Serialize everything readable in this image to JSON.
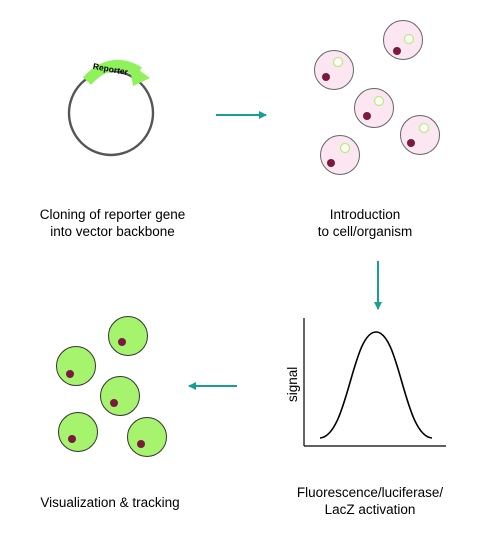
{
  "plasmid": {
    "insert_label": "Reporter",
    "insert_color": "#8ff25a"
  },
  "captions": {
    "step1": [
      "Cloning of reporter gene",
      "into vector backbone"
    ],
    "step2": [
      "Introduction",
      "to cell/organism"
    ],
    "step3": [
      "Fluorescence/luciferase/",
      "LacZ activation"
    ],
    "step4": [
      "Visualization & tracking"
    ]
  },
  "graph": {
    "ylabel": "signal",
    "curve": "bell"
  },
  "colors": {
    "arrow": "#1a9e94",
    "host_cell_fill": "#fbe6f2",
    "reporter_cell_fill": "#a6f36d",
    "nucleus": "#7a1a3e",
    "reporter_vesicle": "#b6f078"
  }
}
